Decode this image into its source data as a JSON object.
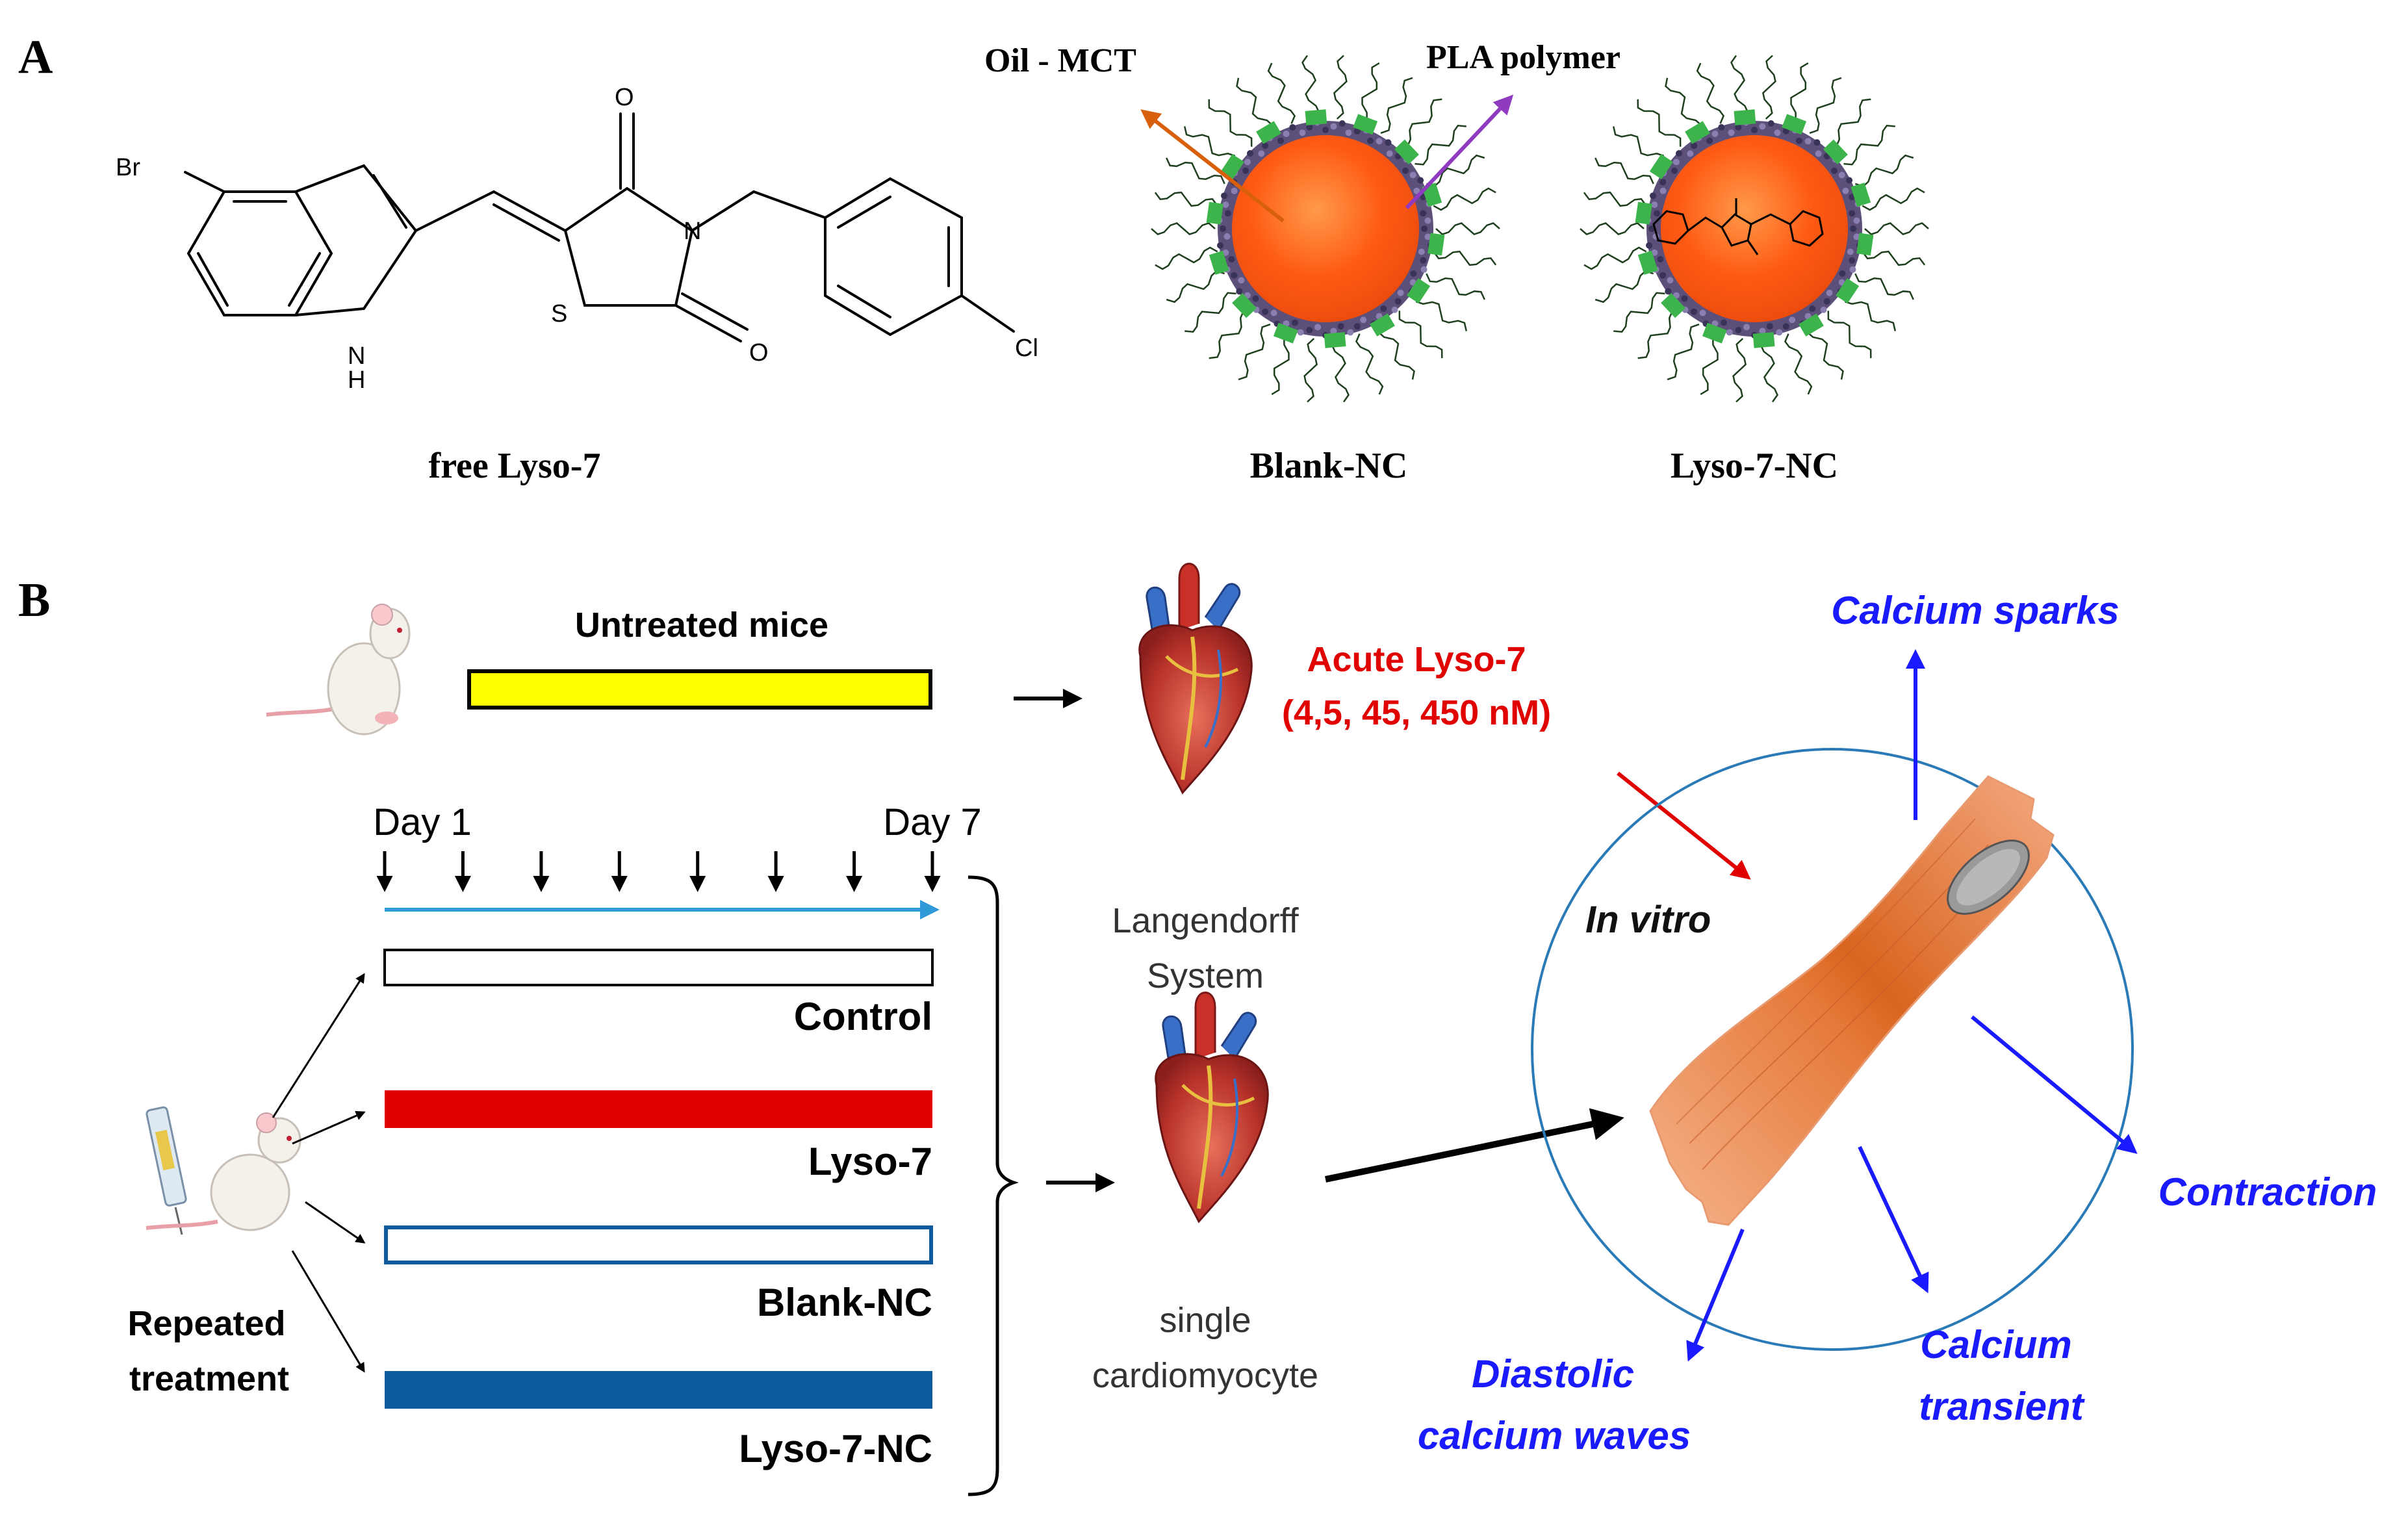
{
  "panel_a": {
    "label": "A",
    "molecule": {
      "atom_br": "Br",
      "atom_o_top": "O",
      "atom_n_ring": "N",
      "atom_nh_n": "N",
      "atom_nh_h": "H",
      "atom_s": "S",
      "atom_o_right": "O",
      "atom_cl": "Cl",
      "caption": "free Lyso-7"
    },
    "nanocapsules": {
      "oil_label": "Oil - MCT",
      "polymer_label": "PLA polymer",
      "blank_caption": "Blank-NC",
      "loaded_caption": "Lyso-7-NC"
    }
  },
  "panel_b": {
    "label": "B",
    "untreated_label": "Untreated mice",
    "acute_title": "Acute Lyso-7",
    "acute_doses": "(4,5, 45, 450 nM)",
    "day_start": "Day 1",
    "day_end": "Day 7",
    "groups": [
      {
        "name": "Control",
        "style": "outline-black"
      },
      {
        "name": "Lyso-7",
        "style": "fill-red"
      },
      {
        "name": "Blank-NC",
        "style": "outline-blue"
      },
      {
        "name": "Lyso-7-NC",
        "style": "fill-blue"
      }
    ],
    "repeated_line1": "Repeated",
    "repeated_line2": "treatment",
    "langendorff_line1": "Langendorff",
    "langendorff_line2": "System",
    "single_line1": "single",
    "single_line2": "cardiomyocyte",
    "in_vitro": "In vitro",
    "outcomes": {
      "sparks": "Calcium sparks",
      "contraction": "Contraction",
      "transient_line1": "Calcium",
      "transient_line2": "transient",
      "waves_line1": "Diastolic",
      "waves_line2": "calcium waves"
    }
  },
  "colors": {
    "outcome_blue": "#1a1aff",
    "acute_red": "#e00000",
    "bar_yellow": "#ffff00",
    "bar_red": "#e00000",
    "bar_blue": "#0d5aa0",
    "timeline_blue": "#2e9ad8",
    "circle_blue": "#2a7ab8",
    "nc_core_orange": "#ff5a14",
    "nc_bead_green": "#3cb44b",
    "oil_arrow": "#d8600c",
    "polymer_arrow": "#8e3bbf"
  }
}
